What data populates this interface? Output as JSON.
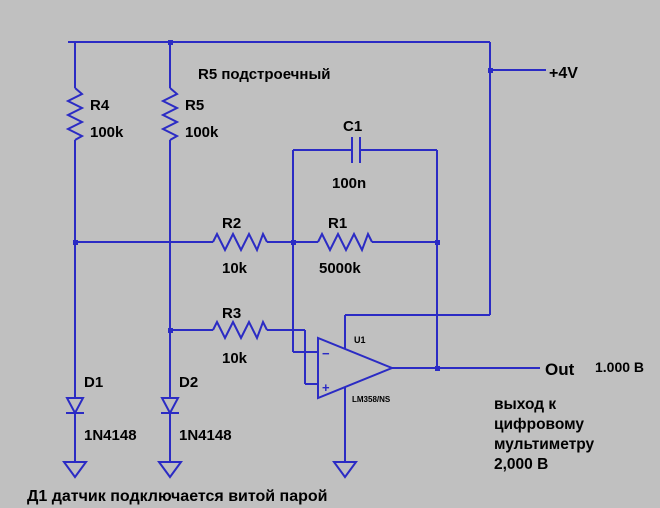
{
  "colors": {
    "background": "#c0c0c0",
    "wire": "#2b2bc4",
    "label": "#000000"
  },
  "schematic": {
    "notes": {
      "r5_note": "R5 подстроечный",
      "bottom_note": "Д1 датчик подключается витой парой",
      "output_note_lines": [
        "выход к",
        "цифровому",
        "мультиметру",
        "2,000 В"
      ]
    },
    "supply": {
      "label": "+4V"
    },
    "output": {
      "label": "Out",
      "reading": "1.000 В"
    },
    "components": {
      "r4": {
        "ref": "R4",
        "value": "100k"
      },
      "r5": {
        "ref": "R5",
        "value": "100k"
      },
      "r1": {
        "ref": "R1",
        "value": "5000k"
      },
      "r2": {
        "ref": "R2",
        "value": "10k"
      },
      "r3": {
        "ref": "R3",
        "value": "10k"
      },
      "c1": {
        "ref": "C1",
        "value": "100n"
      },
      "d1": {
        "ref": "D1",
        "value": "1N4148"
      },
      "d2": {
        "ref": "D2",
        "value": "1N4148"
      },
      "u1": {
        "ref": "U1",
        "part": "LM358/NS",
        "input_top": "−",
        "input_bottom": "+"
      }
    }
  }
}
